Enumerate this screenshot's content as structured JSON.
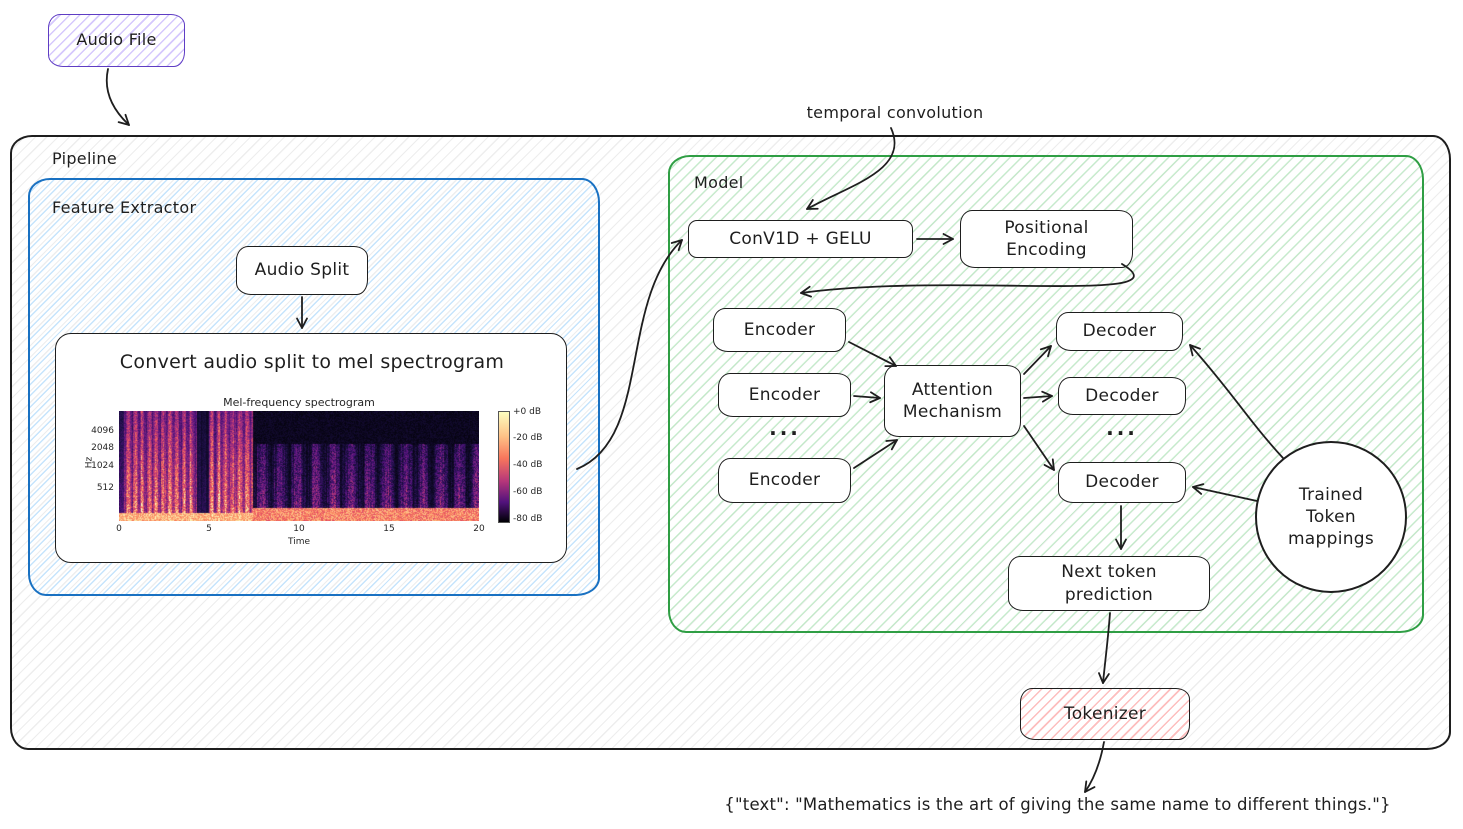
{
  "nodes": {
    "audio_file": "Audio File",
    "pipeline": "Pipeline",
    "feature_extractor": "Feature Extractor",
    "audio_split": "Audio Split",
    "convert_title": "Convert audio split to mel spectrogram",
    "model": "Model",
    "temporal_convolution": "temporal convolution",
    "conv1d": "ConV1D + GELU",
    "positional_encoding": "Positional\nEncoding",
    "encoders": [
      "Encoder",
      "Encoder",
      "Encoder"
    ],
    "encoder_ellipsis": "...",
    "attention": "Attention\nMechanism",
    "decoders": [
      "Decoder",
      "Decoder",
      "Decoder"
    ],
    "decoder_ellipsis": "...",
    "trained_token_mappings": "Trained\nToken\nmappings",
    "next_token_prediction": "Next token\nprediction",
    "tokenizer": "Tokenizer",
    "output_text": "{\"text\": \"Mathematics is the art of giving the same name to different things.\"}"
  },
  "spectrogram": {
    "title": "Mel-frequency spectrogram",
    "ylabel": "Hz",
    "yticks": [
      "4096",
      "2048",
      "1024",
      "512"
    ],
    "xlabel": "Time",
    "xticks": [
      "0",
      "5",
      "10",
      "15",
      "20"
    ],
    "colorbar_ticks": [
      "+0 dB",
      "-20 dB",
      "-40 dB",
      "-60 dB",
      "-80 dB"
    ]
  },
  "colors": {
    "stroke": "#1e1e1e",
    "feature_extractor_border": "#1971c2",
    "model_border": "#2f9e44",
    "audio_file_border": "#5f3dc4",
    "tokenizer_fill": "#ffc9c9"
  }
}
